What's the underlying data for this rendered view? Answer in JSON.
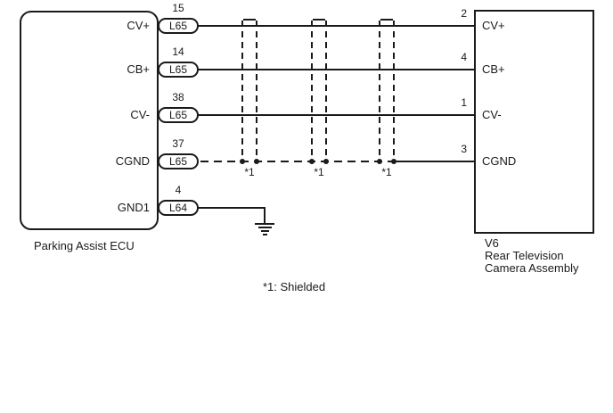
{
  "diagram": {
    "left_component": {
      "label": "Parking Assist ECU"
    },
    "right_component": {
      "code": "V6",
      "name_line1": "Rear Television",
      "name_line2": "Camera Assembly"
    },
    "rows": [
      {
        "signal": "CV+",
        "pin": "15",
        "connector": "L65",
        "right_pin": "2",
        "right_signal": "CV+"
      },
      {
        "signal": "CB+",
        "pin": "14",
        "connector": "L65",
        "right_pin": "4",
        "right_signal": "CB+"
      },
      {
        "signal": "CV-",
        "pin": "38",
        "connector": "L65",
        "right_pin": "1",
        "right_signal": "CV-"
      },
      {
        "signal": "CGND",
        "pin": "37",
        "connector": "L65",
        "right_pin": "3",
        "right_signal": "CGND"
      },
      {
        "signal": "GND1",
        "pin": "4",
        "connector": "L64"
      }
    ],
    "shields": {
      "labels": [
        "*1",
        "*1",
        "*1"
      ]
    },
    "note": "*1: Shielded",
    "colors": {
      "line": "#1a1a1a",
      "background": "#ffffff"
    }
  }
}
